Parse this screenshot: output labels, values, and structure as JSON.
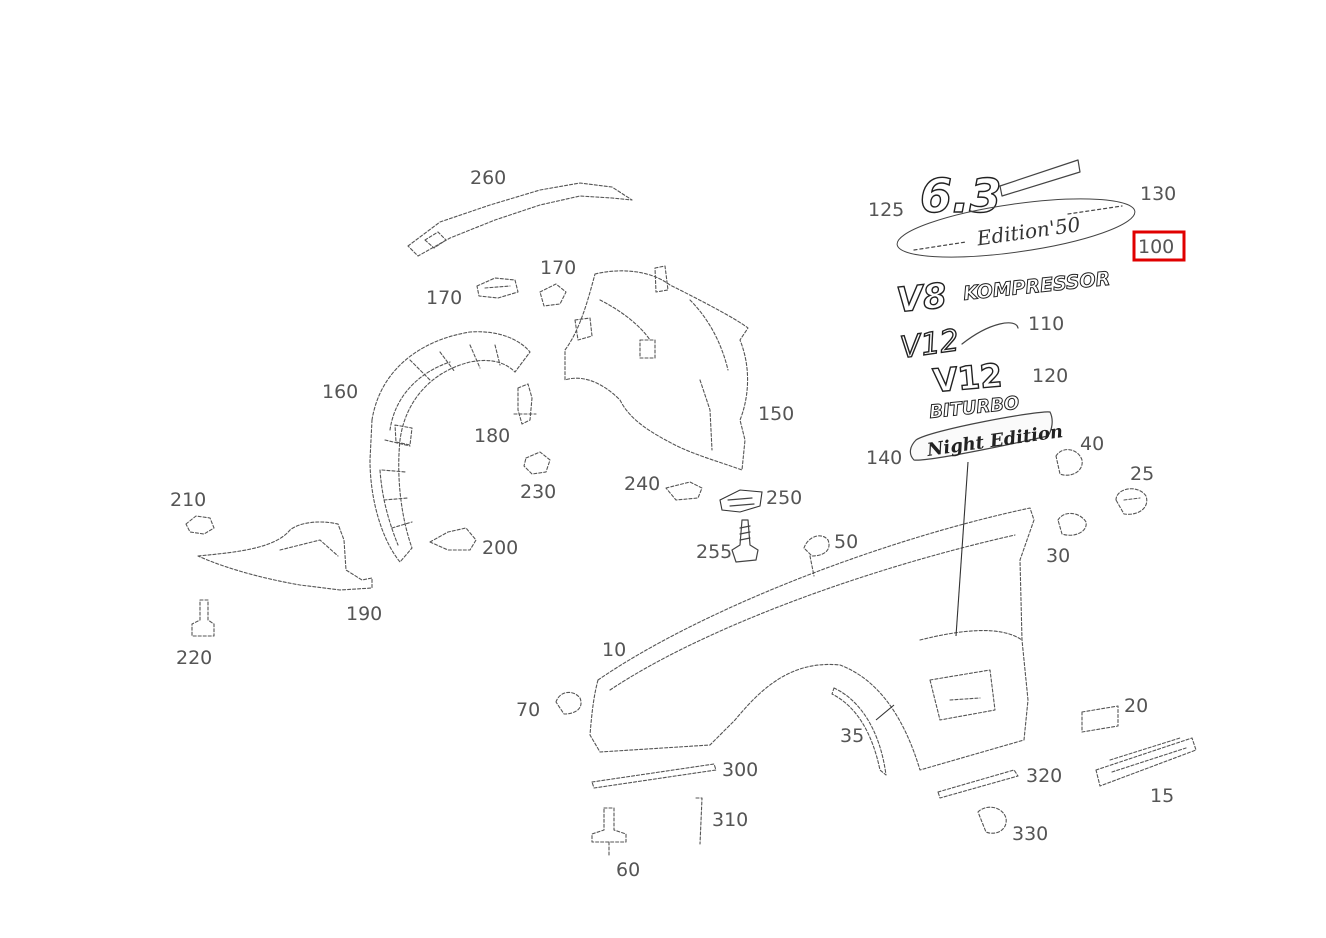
{
  "highlight_color": "#e00000",
  "selected_callout": "100",
  "emblems": {
    "amg_63": "6.3",
    "edition": "Edition'50",
    "v8": "V8",
    "kompressor": "KOMPRESSOR",
    "v12_script": "V12",
    "v12": "V12",
    "biturbo": "BITURBO",
    "night_edition": "Night Edition"
  },
  "callouts": {
    "c10": "10",
    "c15": "15",
    "c20": "20",
    "c25": "25",
    "c30": "30",
    "c35": "35",
    "c40": "40",
    "c50": "50",
    "c60": "60",
    "c70": "70",
    "c100": "100",
    "c110": "110",
    "c120": "120",
    "c125": "125",
    "c130": "130",
    "c140": "140",
    "c150": "150",
    "c160": "160",
    "c170a": "170",
    "c170b": "170",
    "c180": "180",
    "c190": "190",
    "c200": "200",
    "c210": "210",
    "c220": "220",
    "c230": "230",
    "c240": "240",
    "c250": "250",
    "c255": "255",
    "c260": "260",
    "c300": "300",
    "c310": "310",
    "c320": "320",
    "c330": "330"
  }
}
